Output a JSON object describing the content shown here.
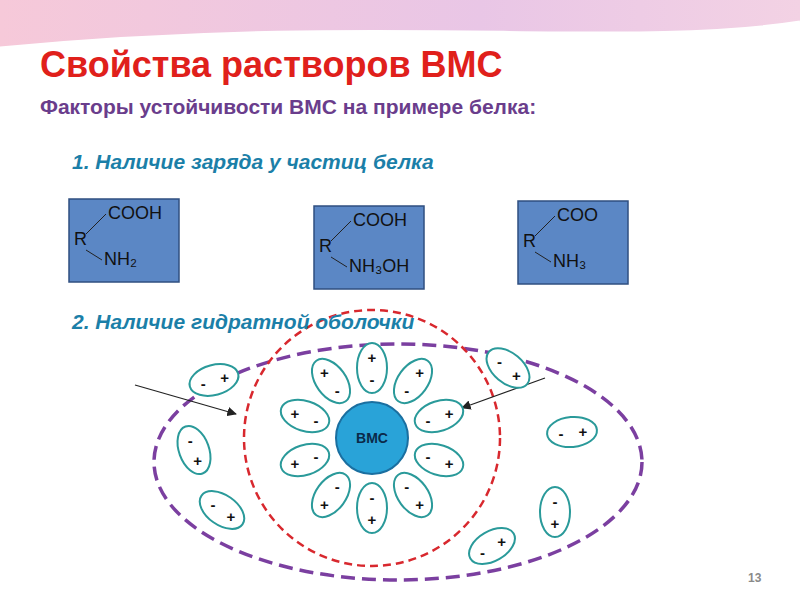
{
  "diagram": {
    "title": "Свойства растворов ВМС",
    "nodes": [
      {
        "text": [
          "R",
          "COOH",
          "NH₂"
        ]
      },
      {
        "text": [
          "R",
          "COOH",
          "NH₃OH"
        ]
      },
      {
        "text": [
          "R",
          "COO",
          "NH₃"
        ]
      },
      {
        "text": [
          "ВМС"
        ]
      },
      {
        "text": [
          "-",
          "+"
        ]
      },
      {
        "text": [
          "-",
          "+"
        ]
      },
      {
        "text": [
          "-",
          "+"
        ]
      },
      {
        "text": [
          "-",
          "+"
        ]
      },
      {
        "text": [
          "-",
          "+"
        ]
      },
      {
        "text": [
          "-",
          "+"
        ]
      },
      {
        "text": [
          "-",
          "+"
        ]
      },
      {
        "text": [
          "-",
          "+"
        ]
      },
      {
        "text": [
          "-",
          "+"
        ]
      },
      {
        "text": [
          "-",
          "+"
        ]
      },
      {
        "text": [
          "-",
          "+"
        ]
      },
      {
        "text": [
          "-",
          "+"
        ]
      },
      {
        "text": [
          "-",
          "+"
        ]
      },
      {
        "text": [
          "-",
          "+"
        ]
      },
      {
        "text": [
          "-",
          "+"
        ]
      },
      {
        "text": [
          "-",
          "+"
        ]
      },
      {
        "text": [
          "-",
          "+"
        ]
      }
    ],
    "labels": [
      "Факторы устойчивости ВМС на примере белка:",
      "1. Наличие заряда у частиц белка",
      "2. Наличие гидратной оболочки",
      "13"
    ]
  }
}
